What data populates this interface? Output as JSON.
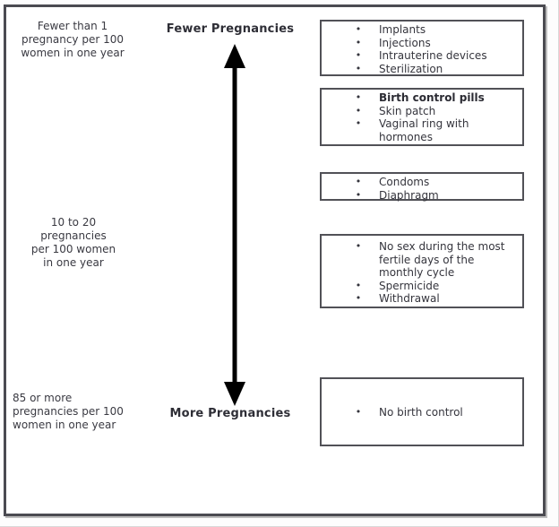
{
  "diagram": {
    "title_semantic": "Birth control effectiveness scale",
    "colors": {
      "text": "#3a3a42",
      "heading_text": "#2e2e36",
      "box_border": "#515157",
      "frame_border": "#4b4b51",
      "arrow": "#000000",
      "background": "#ffffff"
    },
    "axis": {
      "top_label": "Fewer Pregnancies",
      "bottom_label": "More Pregnancies"
    },
    "left_labels": [
      {
        "lines": [
          "Fewer than 1",
          "pregnancy per 100",
          "women in one year"
        ]
      },
      {
        "lines": [
          "10 to 20",
          "pregnancies",
          "per 100 women",
          "in one year"
        ]
      },
      {
        "lines": [
          "85 or more",
          "pregnancies per 100",
          "women in one year"
        ]
      }
    ],
    "boxes": [
      {
        "items": [
          {
            "text": "Implants",
            "bold": false
          },
          {
            "text": "Injections",
            "bold": false
          },
          {
            "text": "Intrauterine devices",
            "bold": false
          },
          {
            "text": "Sterilization",
            "bold": false
          }
        ]
      },
      {
        "items": [
          {
            "text": "Birth control pills",
            "bold": true
          },
          {
            "text": "Skin patch",
            "bold": false
          },
          {
            "text": "Vaginal ring with hormones",
            "bold": false
          }
        ]
      },
      {
        "items": [
          {
            "text": "Condoms",
            "bold": false
          },
          {
            "text": "Diaphragm",
            "bold": false
          }
        ]
      },
      {
        "items": [
          {
            "text": "No sex during the most fertile days of the monthly cycle",
            "bold": false
          },
          {
            "text": "Spermicide",
            "bold": false
          },
          {
            "text": "Withdrawal",
            "bold": false
          }
        ]
      },
      {
        "items": [
          {
            "text": "No birth control",
            "bold": false
          }
        ]
      }
    ],
    "bullet_glyph": "•"
  }
}
